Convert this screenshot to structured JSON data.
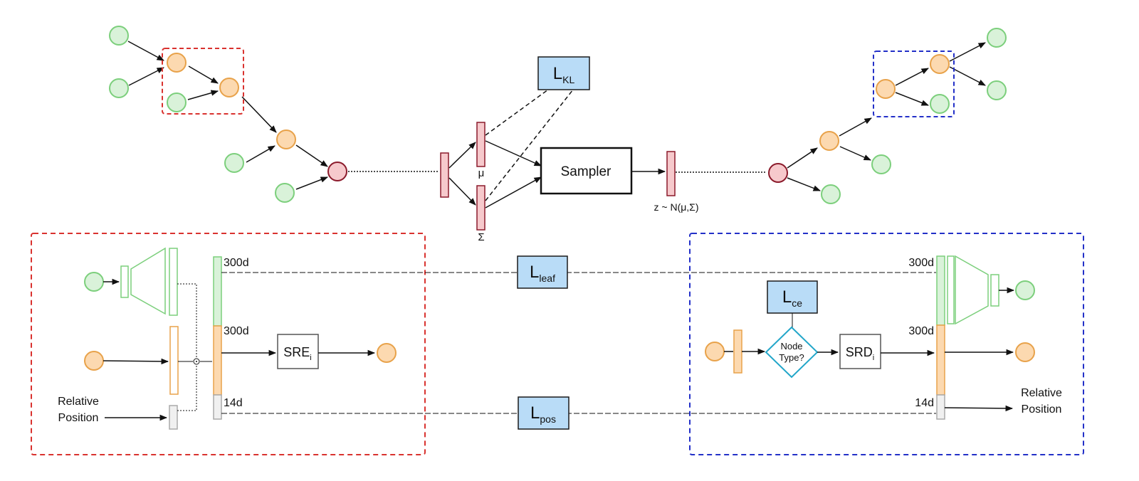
{
  "colors": {
    "leaf_fill": "#d9f2d9",
    "leaf_stroke": "#7ccf7c",
    "internal_fill": "#fcd9b0",
    "internal_stroke": "#e8a24a",
    "root_fill": "#f6c9cc",
    "root_stroke": "#8b1a2b",
    "loss_fill": "#b9dcf7",
    "loss_stroke": "#1a1a1a",
    "encoder_box": "#d9322f",
    "decoder_box": "#2330c8",
    "diamond_stroke": "#22a6c9",
    "gray_fill": "#f0f0f0",
    "gray_stroke": "#aaaaaa"
  },
  "labels": {
    "l_kl": {
      "main": "L",
      "sub": "KL"
    },
    "l_leaf": {
      "main": "L",
      "sub": "leaf"
    },
    "l_pos": {
      "main": "L",
      "sub": "pos"
    },
    "l_ce": {
      "main": "L",
      "sub": "ce"
    },
    "mu": "μ",
    "sigma": "Σ",
    "sampler": "Sampler",
    "z_dist": "z ~ N(μ,Σ)",
    "sre": {
      "main": "SRE",
      "sub": "i"
    },
    "srd": {
      "main": "SRD",
      "sub": "i"
    },
    "node_type_line1": "Node",
    "node_type_line2": "Type?",
    "relative_position_line1": "Relative",
    "relative_position_line2": "Position",
    "dim_300_top_left": "300d",
    "dim_300_mid_left": "300d",
    "dim_14_left": "14d",
    "dim_300_top_right": "300d",
    "dim_300_mid_right": "300d",
    "dim_14_right": "14d",
    "rel_pos_right_line1": "Relative",
    "rel_pos_right_line2": "Position"
  }
}
